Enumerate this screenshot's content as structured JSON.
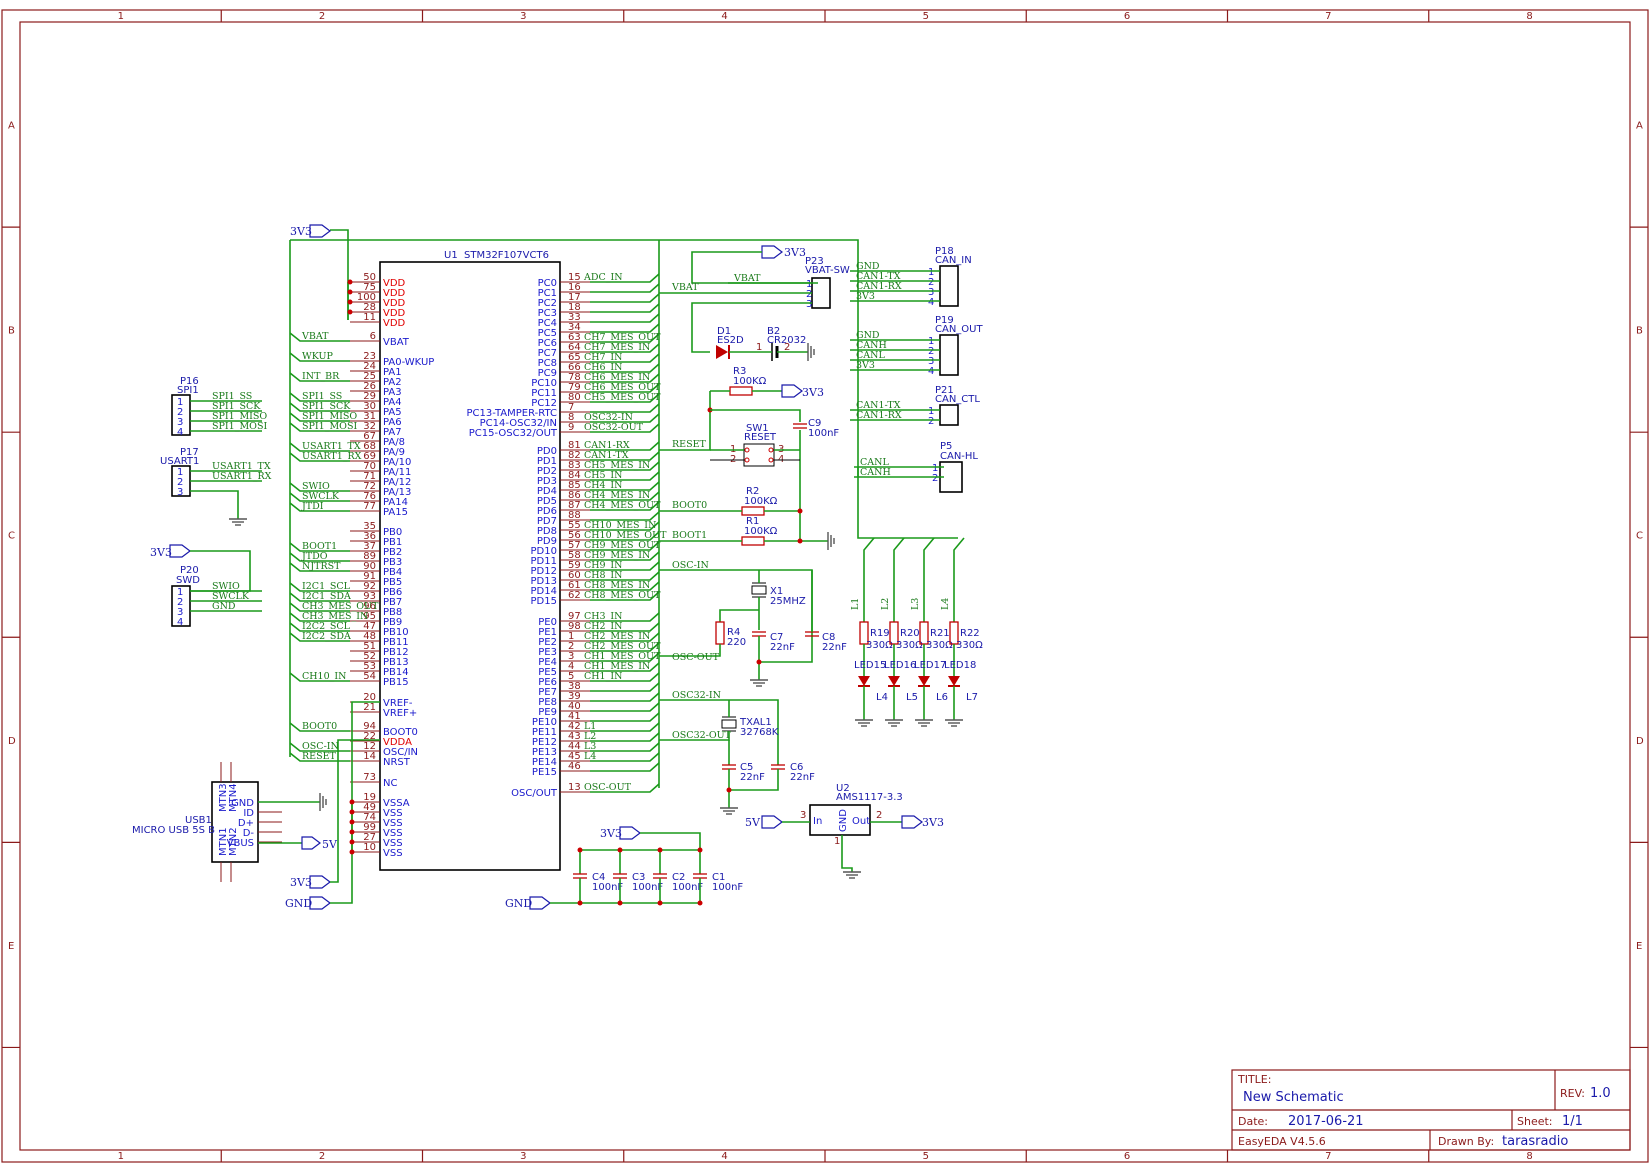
{
  "frame": {
    "columns": [
      "1",
      "2",
      "3",
      "4",
      "5",
      "6",
      "7",
      "8"
    ],
    "rows": [
      "A",
      "B",
      "C",
      "D",
      "E"
    ]
  },
  "title_block": {
    "title_label": "TITLE:",
    "title": "New Schematic",
    "rev_label": "REV:",
    "rev": "1.0",
    "date_label": "Date:",
    "date": "2017-06-21",
    "sheet_label": "Sheet:",
    "sheet": "1/1",
    "tool": "EasyEDA V4.5.6",
    "drawn_label": "Drawn By:",
    "drawn_by": "tarasradio"
  },
  "mcu": {
    "ref": "U1",
    "value": "STM32F107VCT6",
    "left_pins": [
      {
        "num": "50",
        "name": "VDD",
        "power": true
      },
      {
        "num": "75",
        "name": "VDD",
        "power": true
      },
      {
        "num": "100",
        "name": "VDD",
        "power": true
      },
      {
        "num": "28",
        "name": "VDD",
        "power": true
      },
      {
        "num": "11",
        "name": "VDD",
        "power": true
      },
      {
        "num": "6",
        "name": "VBAT"
      },
      {
        "num": "23",
        "name": "PA0-WKUP"
      },
      {
        "num": "24",
        "name": "PA1"
      },
      {
        "num": "25",
        "name": "PA2"
      },
      {
        "num": "26",
        "name": "PA3"
      },
      {
        "num": "29",
        "name": "PA4"
      },
      {
        "num": "30",
        "name": "PA5"
      },
      {
        "num": "31",
        "name": "PA6"
      },
      {
        "num": "32",
        "name": "PA7"
      },
      {
        "num": "67",
        "name": "PA/8"
      },
      {
        "num": "68",
        "name": "PA/9"
      },
      {
        "num": "69",
        "name": "PA/10"
      },
      {
        "num": "70",
        "name": "PA/11"
      },
      {
        "num": "71",
        "name": "PA/12"
      },
      {
        "num": "72",
        "name": "PA/13"
      },
      {
        "num": "76",
        "name": "PA14"
      },
      {
        "num": "77",
        "name": "PA15"
      },
      {
        "num": "35",
        "name": "PB0"
      },
      {
        "num": "36",
        "name": "PB1"
      },
      {
        "num": "37",
        "name": "PB2"
      },
      {
        "num": "89",
        "name": "PB3"
      },
      {
        "num": "90",
        "name": "PB4"
      },
      {
        "num": "91",
        "name": "PB5"
      },
      {
        "num": "92",
        "name": "PB6"
      },
      {
        "num": "93",
        "name": "PB7"
      },
      {
        "num": "96",
        "name": "PB8"
      },
      {
        "num": "95",
        "name": "PB9"
      },
      {
        "num": "47",
        "name": "PB10"
      },
      {
        "num": "48",
        "name": "PB11"
      },
      {
        "num": "51",
        "name": "PB12"
      },
      {
        "num": "52",
        "name": "PB13"
      },
      {
        "num": "53",
        "name": "PB14"
      },
      {
        "num": "54",
        "name": "PB15"
      },
      {
        "num": "20",
        "name": "VREF-"
      },
      {
        "num": "21",
        "name": "VREF+"
      },
      {
        "num": "94",
        "name": "BOOT0"
      },
      {
        "num": "22",
        "name": "VDDA",
        "power": true
      },
      {
        "num": "12",
        "name": "OSC/IN"
      },
      {
        "num": "14",
        "name": "NRST"
      },
      {
        "num": "73",
        "name": "NC"
      },
      {
        "num": "19",
        "name": "VSSA"
      },
      {
        "num": "49",
        "name": "VSS"
      },
      {
        "num": "74",
        "name": "VSS"
      },
      {
        "num": "99",
        "name": "VSS"
      },
      {
        "num": "27",
        "name": "VSS"
      },
      {
        "num": "10",
        "name": "VSS"
      }
    ],
    "right_pins": [
      {
        "num": "15",
        "name": "PC0",
        "net": "ADC_IN"
      },
      {
        "num": "16",
        "name": "PC1",
        "net": ""
      },
      {
        "num": "17",
        "name": "PC2",
        "net": ""
      },
      {
        "num": "18",
        "name": "PC3",
        "net": ""
      },
      {
        "num": "33",
        "name": "PC4",
        "net": ""
      },
      {
        "num": "34",
        "name": "PC5",
        "net": ""
      },
      {
        "num": "63",
        "name": "PC6",
        "net": "CH7_MES_OUT"
      },
      {
        "num": "64",
        "name": "PC7",
        "net": "CH7_MES_IN"
      },
      {
        "num": "65",
        "name": "PC8",
        "net": "CH7_IN"
      },
      {
        "num": "66",
        "name": "PC9",
        "net": "CH6_IN"
      },
      {
        "num": "78",
        "name": "PC10",
        "net": "CH6_MES_IN"
      },
      {
        "num": "79",
        "name": "PC11",
        "net": "CH6_MES_OUT"
      },
      {
        "num": "80",
        "name": "PC12",
        "net": "CH5_MES_OUT"
      },
      {
        "num": "7",
        "name": "PC13-TAMPER-RTC",
        "net": ""
      },
      {
        "num": "8",
        "name": "PC14-OSC32/IN",
        "net": "OSC32-IN"
      },
      {
        "num": "9",
        "name": "PC15-OSC32/OUT",
        "net": "OSC32-OUT"
      },
      {
        "num": "81",
        "name": "PD0",
        "net": "CAN1-RX"
      },
      {
        "num": "82",
        "name": "PD1",
        "net": "CAN1-TX"
      },
      {
        "num": "83",
        "name": "PD2",
        "net": "CH5_MES_IN"
      },
      {
        "num": "84",
        "name": "PD3",
        "net": "CH5_IN"
      },
      {
        "num": "85",
        "name": "PD4",
        "net": "CH4_IN"
      },
      {
        "num": "86",
        "name": "PD5",
        "net": "CH4_MES_IN"
      },
      {
        "num": "87",
        "name": "PD6",
        "net": "CH4_MES_OUT"
      },
      {
        "num": "88",
        "name": "PD7",
        "net": ""
      },
      {
        "num": "55",
        "name": "PD8",
        "net": "CH10_MES_IN"
      },
      {
        "num": "56",
        "name": "PD9",
        "net": "CH10_MES_OUT"
      },
      {
        "num": "57",
        "name": "PD10",
        "net": "CH9_MES_OUT"
      },
      {
        "num": "58",
        "name": "PD11",
        "net": "CH9_MES_IN"
      },
      {
        "num": "59",
        "name": "PD12",
        "net": "CH9_IN"
      },
      {
        "num": "60",
        "name": "PD13",
        "net": "CH8_IN"
      },
      {
        "num": "61",
        "name": "PD14",
        "net": "CH8_MES_IN"
      },
      {
        "num": "62",
        "name": "PD15",
        "net": "CH8_MES_OUT"
      },
      {
        "num": "97",
        "name": "PE0",
        "net": "CH3_IN"
      },
      {
        "num": "98",
        "name": "PE1",
        "net": "CH2_IN"
      },
      {
        "num": "1",
        "name": "PE2",
        "net": "CH2_MES_IN"
      },
      {
        "num": "2",
        "name": "PE3",
        "net": "CH2_MES_OUT"
      },
      {
        "num": "3",
        "name": "PE4",
        "net": "CH1_MES_OUT"
      },
      {
        "num": "4",
        "name": "PE5",
        "net": "CH1_MES_IN"
      },
      {
        "num": "5",
        "name": "PE6",
        "net": "CH1_IN"
      },
      {
        "num": "38",
        "name": "PE7",
        "net": ""
      },
      {
        "num": "39",
        "name": "PE8",
        "net": ""
      },
      {
        "num": "40",
        "name": "PE9",
        "net": ""
      },
      {
        "num": "41",
        "name": "PE10",
        "net": ""
      },
      {
        "num": "42",
        "name": "PE11",
        "net": "L1"
      },
      {
        "num": "43",
        "name": "PE12",
        "net": "L2"
      },
      {
        "num": "44",
        "name": "PE13",
        "net": "L3"
      },
      {
        "num": "45",
        "name": "PE14",
        "net": "L4"
      },
      {
        "num": "46",
        "name": "PE15",
        "net": ""
      },
      {
        "num": "13",
        "name": "OSC/OUT",
        "net": "OSC-OUT"
      }
    ],
    "left_nets": {
      "VBAT": "VBAT",
      "PA0-WKUP": "WKUP",
      "PA2": "INT_BR",
      "PA4": "SPI1_SS",
      "PA5": "SPI1_SCK",
      "PA6": "SPI1_MISO",
      "PA7": "SPI1_MOSI",
      "PA/9": "USART1_TX",
      "PA/10": "USART1_RX",
      "PA/13": "SWIO",
      "PA14": "SWCLK",
      "PA15": "JTDI",
      "PB2": "BOOT1",
      "PB3": "JTDO",
      "PB4": "NJTRST",
      "PB6": "I2C1_SCL",
      "PB7": "I2C1_SDA",
      "PB8": "CH3_MES_OUT",
      "PB9": "CH3_MES_IN",
      "PB10": "I2C2_SCL",
      "PB11": "I2C2_SDA",
      "PB15": "CH10_IN",
      "BOOT0": "BOOT0",
      "OSC/IN": "OSC-IN",
      "NRST": "RESET"
    }
  },
  "connectors": {
    "p16": {
      "ref": "P16",
      "value": "SPI1",
      "pins": [
        "1",
        "2",
        "3",
        "4"
      ],
      "nets": [
        "SPI1_SS",
        "SPI1_SCK",
        "SPI1_MISO",
        "SPI1_MOSI"
      ]
    },
    "p17": {
      "ref": "P17",
      "value": "USART1",
      "pins": [
        "1",
        "2",
        "3"
      ],
      "nets": [
        "USART1_TX",
        "USART1_RX"
      ]
    },
    "p20": {
      "ref": "P20",
      "value": "SWD",
      "pins": [
        "1",
        "2",
        "3",
        "4"
      ],
      "nets": [
        "SWIO",
        "SWCLK",
        "GND"
      ]
    },
    "p18": {
      "ref": "P18",
      "value": "CAN_IN",
      "pins": [
        "1",
        "2",
        "3",
        "4"
      ],
      "nets": [
        "GND",
        "CAN1-TX",
        "CAN1-RX",
        "3V3"
      ]
    },
    "p19": {
      "ref": "P19",
      "value": "CAN_OUT",
      "pins": [
        "1",
        "2",
        "3",
        "4"
      ],
      "nets": [
        "GND",
        "CANH",
        "CANL",
        "3V3"
      ]
    },
    "p21": {
      "ref": "P21",
      "value": "CAN_CTL",
      "pins": [
        "1",
        "2"
      ],
      "nets": [
        "CAN1-TX",
        "CAN1-RX"
      ]
    },
    "p5": {
      "ref": "P5",
      "value": "CAN-HL",
      "pins": [
        "1",
        "2"
      ],
      "nets": [
        "CANL",
        "CANH"
      ]
    },
    "p23": {
      "ref": "P23",
      "value": "VBAT-SW",
      "pins": [
        "1",
        "2",
        "3"
      ],
      "nets": [
        "VBAT"
      ]
    },
    "usb": {
      "ref": "USB1",
      "value": "MICRO USB 5S B",
      "pins": [
        "GND",
        "ID",
        "D+",
        "D-",
        "VBUS"
      ],
      "mtn": [
        "MTN3",
        "MTN4",
        "MTN1",
        "MTN2"
      ]
    }
  },
  "parts": {
    "d1": {
      "ref": "D1",
      "value": "ES2D"
    },
    "b2": {
      "ref": "B2",
      "value": "CR2032"
    },
    "r3": {
      "ref": "R3",
      "value": "100KΩ"
    },
    "c9": {
      "ref": "C9",
      "value": "100nF"
    },
    "sw1": {
      "ref": "SW1",
      "value": "RESET",
      "pins": [
        "1",
        "2",
        "3",
        "4"
      ]
    },
    "r2": {
      "ref": "R2",
      "value": "100KΩ"
    },
    "r1": {
      "ref": "R1",
      "value": "100KΩ"
    },
    "x1": {
      "ref": "X1",
      "value": "25MHZ"
    },
    "r4": {
      "ref": "R4",
      "value": "220"
    },
    "c7": {
      "ref": "C7",
      "value": "22nF"
    },
    "c8": {
      "ref": "C8",
      "value": "22nF"
    },
    "txal1": {
      "ref": "TXAL1",
      "value": "32768K"
    },
    "c5": {
      "ref": "C5",
      "value": "22nF"
    },
    "c6": {
      "ref": "C6",
      "value": "22nF"
    },
    "u2": {
      "ref": "U2",
      "value": "AMS1117-3.3",
      "in": "In",
      "out": "Out",
      "gnd": "GND",
      "pin_in": "3",
      "pin_out": "2",
      "pin_gnd": "1"
    },
    "caps": [
      {
        "ref": "C4",
        "value": "100nF"
      },
      {
        "ref": "C3",
        "value": "100nF"
      },
      {
        "ref": "C2",
        "value": "100nF"
      },
      {
        "ref": "C1",
        "value": "100nF"
      }
    ],
    "leds": [
      {
        "net": "L1",
        "res": "R19",
        "res_val": "330Ω",
        "led": "LED15",
        "label": "L4"
      },
      {
        "net": "L2",
        "res": "R20",
        "res_val": "330Ω",
        "led": "LED16",
        "label": "L5"
      },
      {
        "net": "L3",
        "res": "R21",
        "res_val": "330Ω",
        "led": "LED17",
        "label": "L6"
      },
      {
        "net": "L4",
        "res": "R22",
        "res_val": "330Ω",
        "led": "LED18",
        "label": "L7"
      }
    ]
  },
  "nets": {
    "v3v3": "3V3",
    "gnd": "GND",
    "v5": "5V",
    "vbat": "VBAT",
    "reset": "RESET",
    "boot0": "BOOT0",
    "boot1": "BOOT1",
    "osc_in": "OSC-IN",
    "osc_out": "OSC-OUT",
    "osc32_in": "OSC32-IN",
    "osc32_out": "OSC32-OUT",
    "canl": "CANL",
    "canh": "CANH"
  }
}
